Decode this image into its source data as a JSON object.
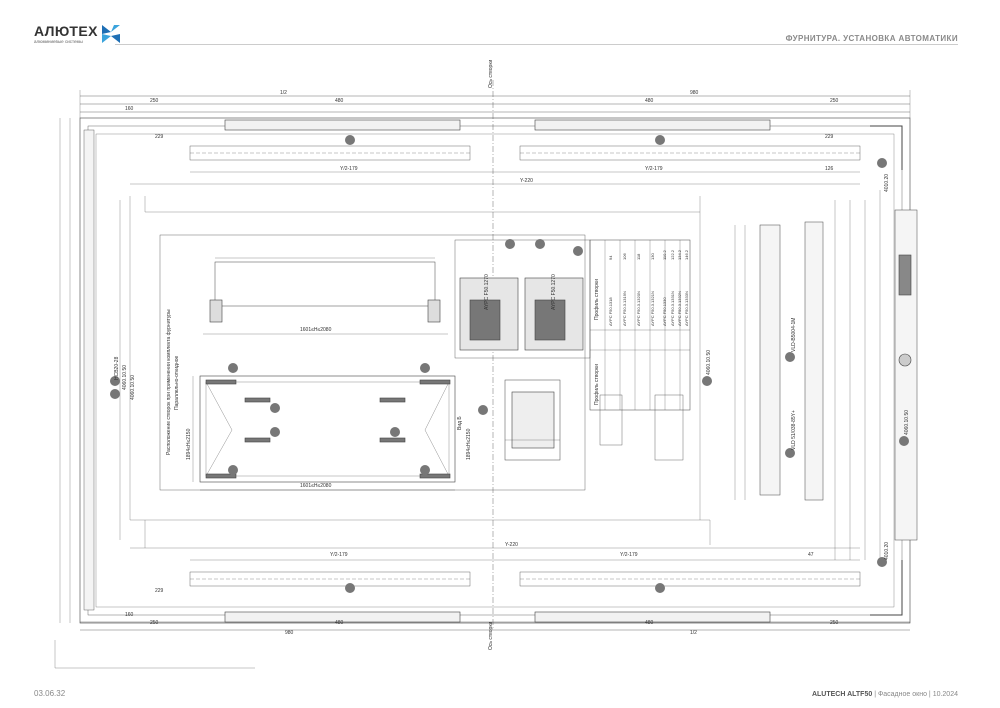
{
  "brand": {
    "name": "АЛЮТЕХ",
    "tagline": "алюминиевые системы"
  },
  "header": {
    "title": "ФУРНИТУРА. УСТАНОВКА АВТОМАТИКИ"
  },
  "footer": {
    "page_code": "03.06.32",
    "product": "ALUTECH ALTF50",
    "section": "Фасадное окно",
    "date": "10.2024"
  },
  "drawing": {
    "axis_label": "Ось створки",
    "dim_top_half": "1/2",
    "dim_top_total": "980",
    "dim_250": "250",
    "dim_480": "480",
    "dim_160": "160",
    "dim_229": "229",
    "dim_y220": "Y-220",
    "dim_y2_179": "Y/2-179",
    "dim_126": "126",
    "dim_47": "47",
    "vertical_label_left": "Расположение створок при применении комплекта фурнитуры",
    "vertical_label_left2": "Параллельно-откидное",
    "width_formula": "1601≤H≤2080",
    "height_formula": "1894≤H≤2150",
    "view_label": "Вид Б",
    "profiles_header": "Профиль створки",
    "profiles": [
      "AYPC F50.1318",
      "AYPC F50.3.1319N",
      "AYPC F50.3.1320N",
      "AYPC F50.3.1321N",
      "AYPC F50.1330",
      "AYPC F50.3.1331N",
      "AYPC F50.3.1332N",
      "AYPC F50.3.1333N"
    ],
    "profile_values": [
      "94",
      "106",
      "118",
      "130",
      "110.2",
      "122.2",
      "134.2",
      "146.2"
    ],
    "profiles_group2": "Профиль створки",
    "profile_code_a": "AYPC F50.1270",
    "profile_code_b": "AYPC F50.1270",
    "part_labels": [
      "HCB20-28",
      "4060.10.50",
      "4060.10.50",
      "4010.20",
      "4060.10.50",
      "4010.20",
      "4060.10.50"
    ],
    "motor_label": "VLD 51/038-85Y+",
    "lock_label": "VLD-B5004-1M"
  }
}
